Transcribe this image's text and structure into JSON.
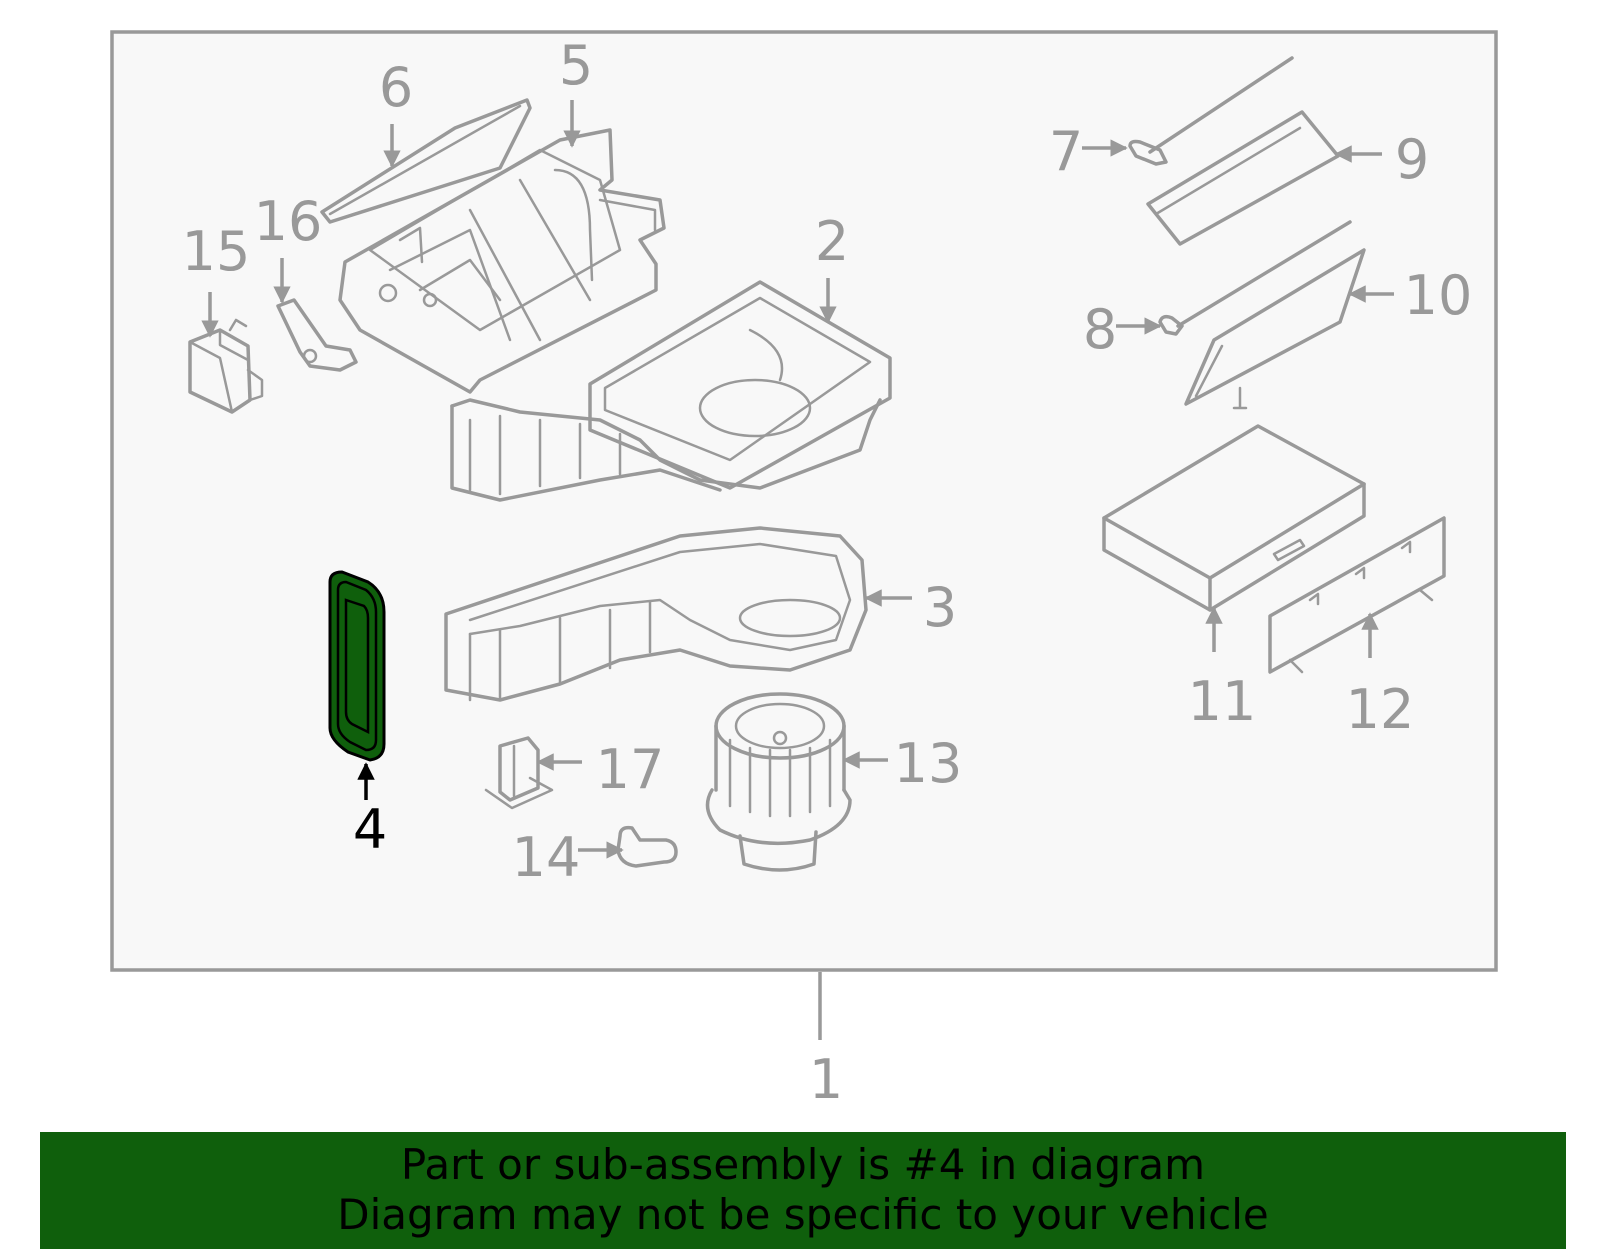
{
  "callouts": {
    "c1": "1",
    "c2": "2",
    "c3": "3",
    "c4": "4",
    "c5": "5",
    "c6": "6",
    "c7": "7",
    "c8": "8",
    "c9": "9",
    "c10": "10",
    "c11": "11",
    "c12": "12",
    "c13": "13",
    "c14": "14",
    "c15": "15",
    "c16": "16",
    "c17": "17"
  },
  "highlighted_part": "4",
  "colors": {
    "highlight": "#0f5f0c",
    "line_art": "#999999",
    "frame_bg": "#f8f8f8",
    "banner_bg": "#0f5f0c"
  },
  "banner": {
    "line1": "Part or sub-assembly is #4 in diagram",
    "line2": "Diagram may not be specific to your vehicle"
  }
}
